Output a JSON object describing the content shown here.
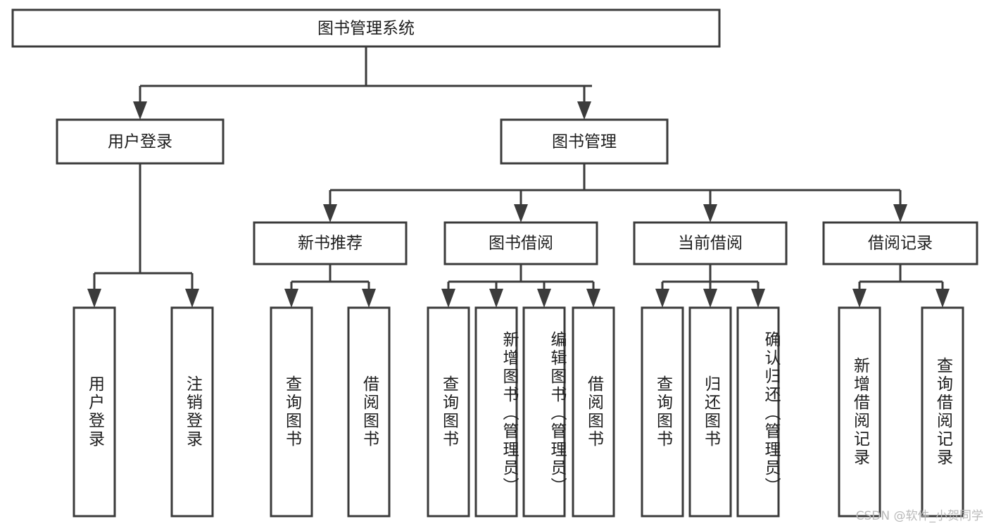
{
  "diagram": {
    "type": "tree",
    "title": "图书管理系统",
    "watermark": "CSDN @软件_小贺同学",
    "colors": {
      "stroke": "#3b3b3b",
      "fill": "#ffffff",
      "text": "#1d1d1d",
      "watermark": "#b9b9b9"
    },
    "levels": {
      "root": {
        "label": "图书管理系统"
      },
      "level2": [
        {
          "label": "用户登录"
        },
        {
          "label": "图书管理"
        }
      ],
      "level3": [
        {
          "label": "新书推荐"
        },
        {
          "label": "图书借阅"
        },
        {
          "label": "当前借阅"
        },
        {
          "label": "借阅记录"
        }
      ]
    },
    "leaves": {
      "user_login": [
        {
          "label": "用户登录"
        },
        {
          "label": "注销登录"
        }
      ],
      "new_book": [
        {
          "label": "查询图书"
        },
        {
          "label": "借阅图书"
        }
      ],
      "book_borrow": [
        {
          "label": "查询图书"
        },
        {
          "label": "新增图书（管理员）"
        },
        {
          "label": "编辑图书（管理员）"
        },
        {
          "label": "借阅图书"
        }
      ],
      "current_borrow": [
        {
          "label": "查询图书"
        },
        {
          "label": "归还图书"
        },
        {
          "label": "确认归还（管理员）"
        }
      ],
      "borrow_record": [
        {
          "label": "新增借阅记录"
        },
        {
          "label": "查询借阅记录"
        }
      ]
    }
  }
}
